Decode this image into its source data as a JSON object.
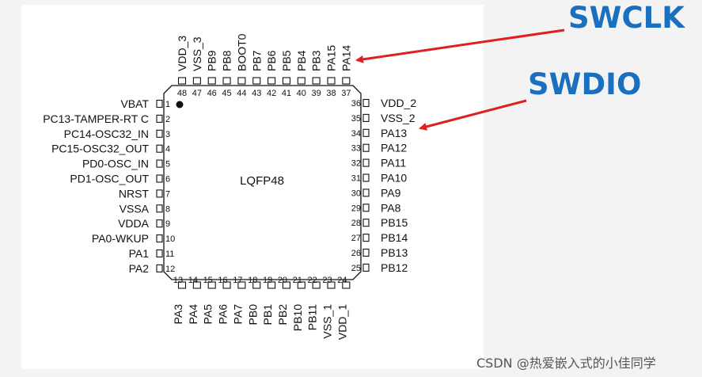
{
  "diagram": {
    "package_label": "LQFP48",
    "left_pins": [
      {
        "num": "1",
        "name": "VBAT"
      },
      {
        "num": "2",
        "name": "PC13-TAMPER-RT C"
      },
      {
        "num": "3",
        "name": "PC14-OSC32_IN"
      },
      {
        "num": "4",
        "name": "PC15-OSC32_OUT"
      },
      {
        "num": "5",
        "name": "PD0-OSC_IN"
      },
      {
        "num": "6",
        "name": "PD1-OSC_OUT"
      },
      {
        "num": "7",
        "name": "NRST"
      },
      {
        "num": "8",
        "name": "VSSA"
      },
      {
        "num": "9",
        "name": "VDDA"
      },
      {
        "num": "10",
        "name": "PA0-WKUP"
      },
      {
        "num": "11",
        "name": "PA1"
      },
      {
        "num": "12",
        "name": "PA2"
      }
    ],
    "bottom_pins": [
      {
        "num": "13",
        "name": "PA3"
      },
      {
        "num": "14",
        "name": "PA4"
      },
      {
        "num": "15",
        "name": "PA5"
      },
      {
        "num": "16",
        "name": "PA6"
      },
      {
        "num": "17",
        "name": "PA7"
      },
      {
        "num": "18",
        "name": "PB0"
      },
      {
        "num": "19",
        "name": "PB1"
      },
      {
        "num": "20",
        "name": "PB2"
      },
      {
        "num": "21",
        "name": "PB10"
      },
      {
        "num": "22",
        "name": "PB11"
      },
      {
        "num": "23",
        "name": "VSS_1"
      },
      {
        "num": "24",
        "name": "VDD_1"
      }
    ],
    "right_pins": [
      {
        "num": "36",
        "name": "VDD_2"
      },
      {
        "num": "35",
        "name": "VSS_2"
      },
      {
        "num": "34",
        "name": "PA13"
      },
      {
        "num": "33",
        "name": "PA12"
      },
      {
        "num": "32",
        "name": "PA11"
      },
      {
        "num": "31",
        "name": "PA10"
      },
      {
        "num": "30",
        "name": "PA9"
      },
      {
        "num": "29",
        "name": "PA8"
      },
      {
        "num": "28",
        "name": "PB15"
      },
      {
        "num": "27",
        "name": "PB14"
      },
      {
        "num": "26",
        "name": "PB13"
      },
      {
        "num": "25",
        "name": "PB12"
      }
    ],
    "top_pins": [
      {
        "num": "48",
        "name": "VDD_3"
      },
      {
        "num": "47",
        "name": "VSS_3"
      },
      {
        "num": "46",
        "name": "PB9"
      },
      {
        "num": "45",
        "name": "PB8"
      },
      {
        "num": "44",
        "name": "BOOT0"
      },
      {
        "num": "43",
        "name": "PB7"
      },
      {
        "num": "42",
        "name": "PB6"
      },
      {
        "num": "41",
        "name": "PB5"
      },
      {
        "num": "40",
        "name": "PB4"
      },
      {
        "num": "39",
        "name": "PB3"
      },
      {
        "num": "38",
        "name": "PA15"
      },
      {
        "num": "37",
        "name": "PA14"
      }
    ]
  },
  "annotations": {
    "swclk": "SWCLK",
    "swdio": "SWDIO"
  },
  "watermark": "CSDN @热爱嵌入式的小佳同学",
  "colors": {
    "annotation": "#1a6fbf",
    "arrow": "#e02020",
    "ink": "#111111"
  }
}
